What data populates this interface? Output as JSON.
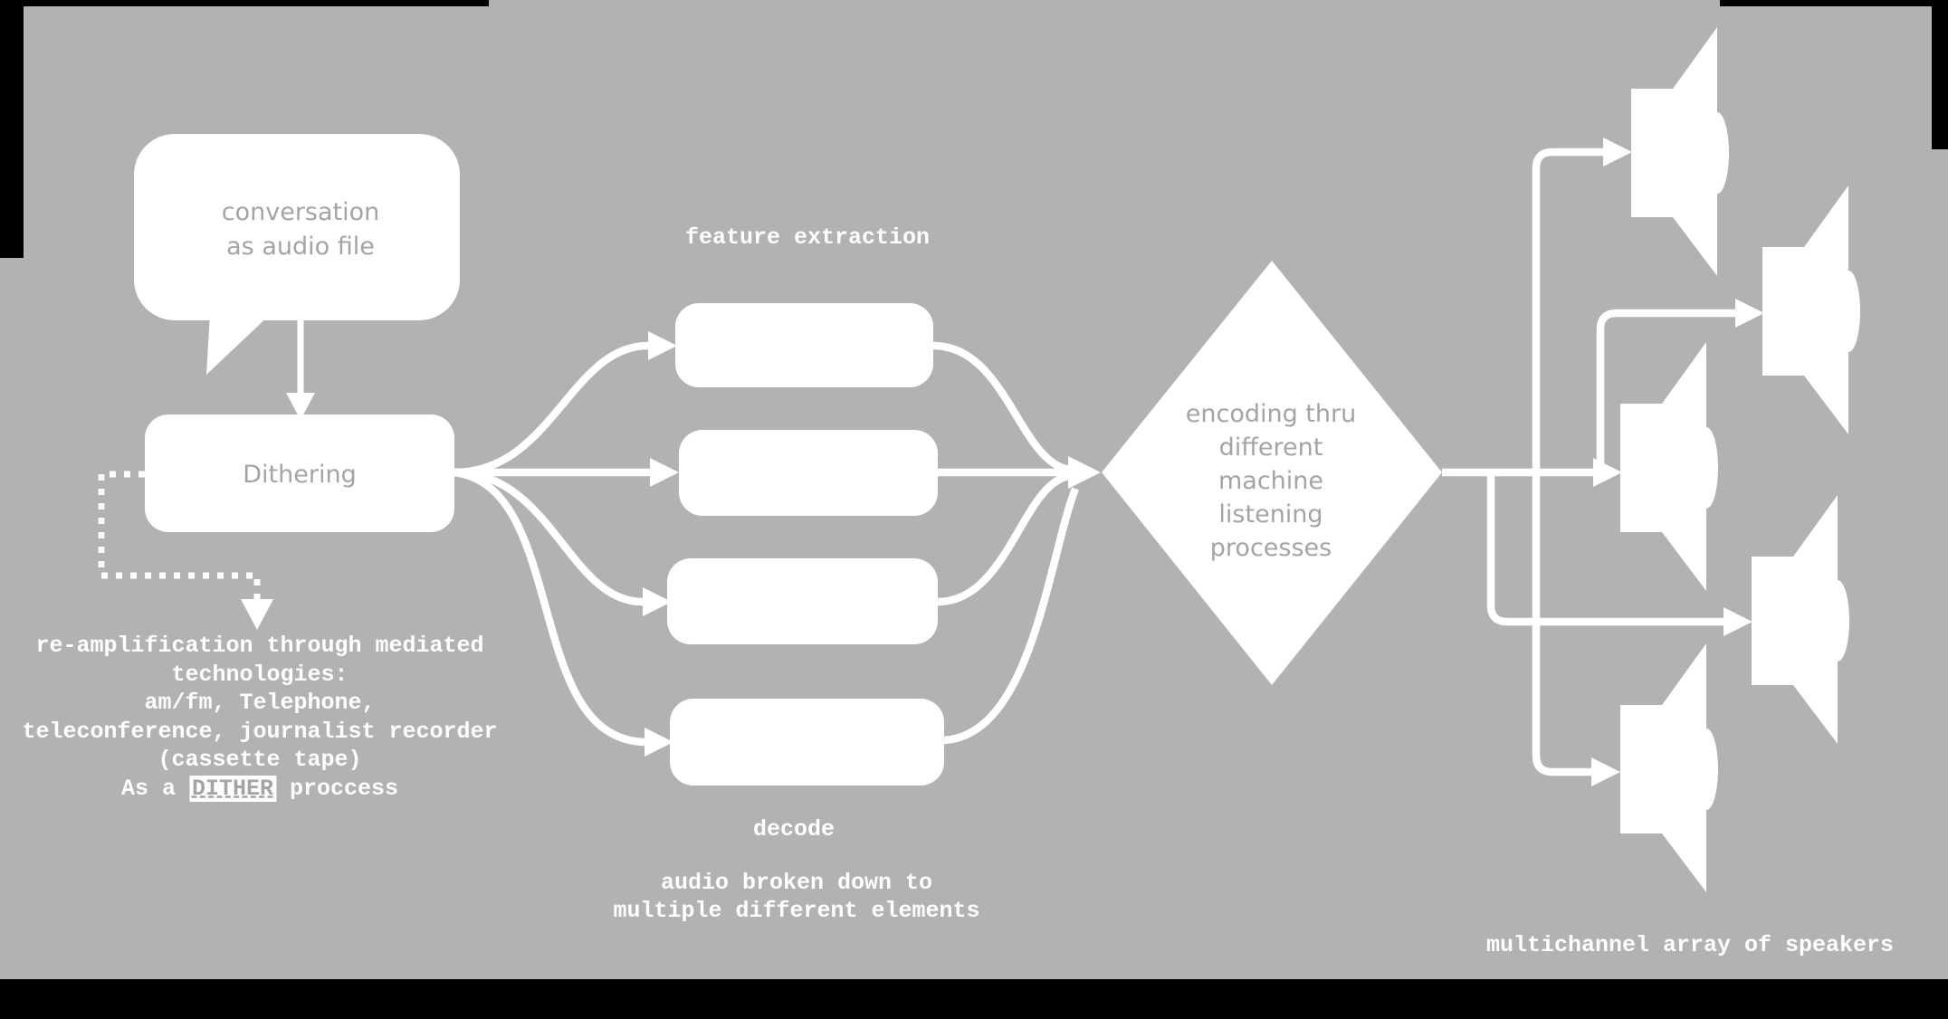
{
  "colors": {
    "background": "#b2b2b2",
    "shape_white": "#ffffff",
    "gray_text": "#a4a4a4",
    "edge_black": "#000000"
  },
  "bubble": {
    "lines": [
      "conversation",
      "as audio file"
    ]
  },
  "dithering": {
    "label": "Dithering"
  },
  "reamp_note": {
    "lines": [
      "re-amplification through mediated",
      "technologies:",
      "am/fm, Telephone,",
      "teleconference, journalist recorder",
      "(cassette tape)"
    ],
    "last": {
      "prefix": "As a ",
      "highlight": "DITHER",
      "suffix": " proccess"
    }
  },
  "labels": {
    "feature_extraction": "feature extraction",
    "decode": "decode",
    "speakers": "multichannel array of speakers"
  },
  "audio_note": {
    "lines": [
      "audio broken down to",
      "multiple different elements"
    ]
  },
  "diamond": {
    "lines": [
      "encoding thru",
      "different",
      "machine",
      "listening",
      "processes"
    ]
  }
}
